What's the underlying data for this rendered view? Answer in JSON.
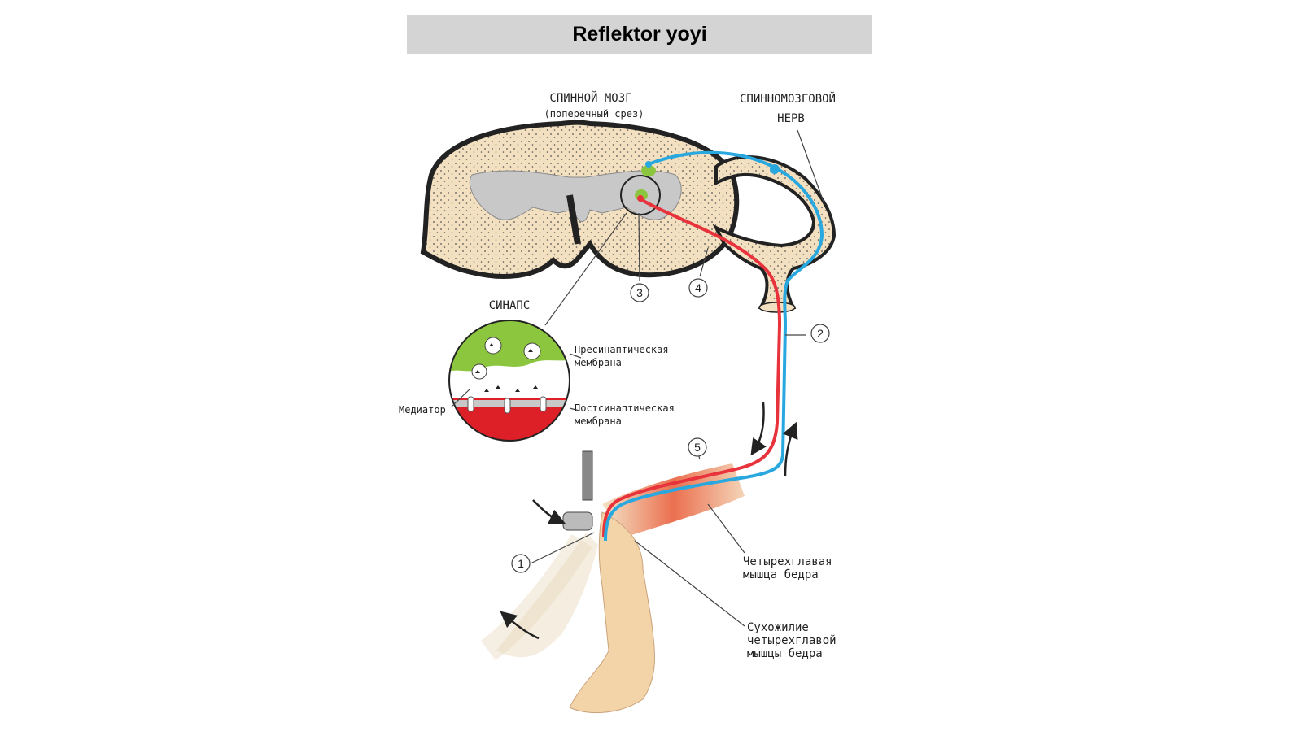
{
  "title": "Reflektor yoyi",
  "labels": {
    "spinal_cord": "СПИННОЙ МОЗГ",
    "spinal_cord_sub": "(поперечный срез)",
    "spinal_nerve_1": "СПИННОМОЗГОВОЙ",
    "spinal_nerve_2": "НЕРВ",
    "synapse": "СИНАПС",
    "presynaptic_1": "Пресинаптическая",
    "presynaptic_2": "мембрана",
    "postsynaptic_1": "Постсинаптическая",
    "postsynaptic_2": "мембрана",
    "mediator": "Медиатор",
    "quadriceps_1": "Четырехглавая",
    "quadriceps_2": "мышца бедра",
    "tendon_1": "Сухожилие",
    "tendon_2": "четырехглавой",
    "tendon_3": "мышцы бедра"
  },
  "markers": [
    "1",
    "2",
    "3",
    "4",
    "5"
  ],
  "colors": {
    "sensory": "#29a8e0",
    "motor": "#e8323c",
    "cord": "#f3e0c0",
    "grey_matter": "#c8c8c8",
    "synapse_green": "#8cc63f",
    "synapse_red": "#dd2028"
  }
}
